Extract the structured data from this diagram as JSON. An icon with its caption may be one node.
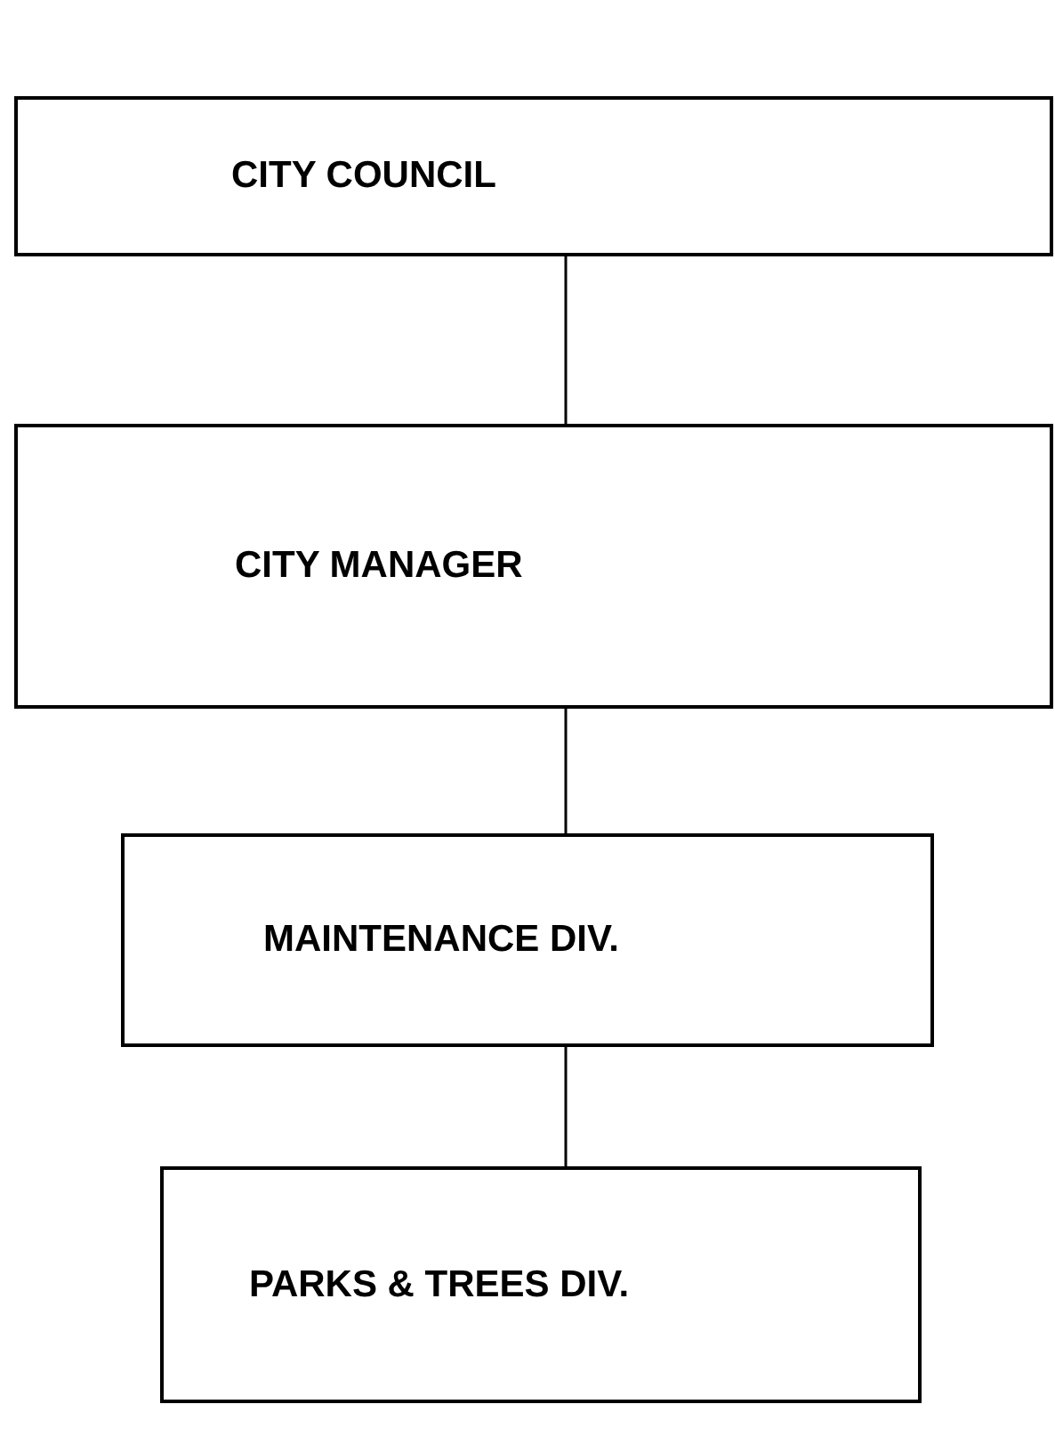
{
  "diagram": {
    "nodes": [
      {
        "text": [
          "CITY COUNCIL"
        ]
      },
      {
        "text": [
          "CITY MANAGER"
        ]
      },
      {
        "text": [
          "MAINTENANCE DIV."
        ]
      },
      {
        "text": [
          "PARKS & TREES DIV."
        ]
      }
    ],
    "edges": [
      {
        "from": 0,
        "to": 1,
        "arrow": "none"
      },
      {
        "from": 1,
        "to": 2,
        "arrow": "none"
      },
      {
        "from": 2,
        "to": 3,
        "arrow": "none"
      }
    ]
  }
}
